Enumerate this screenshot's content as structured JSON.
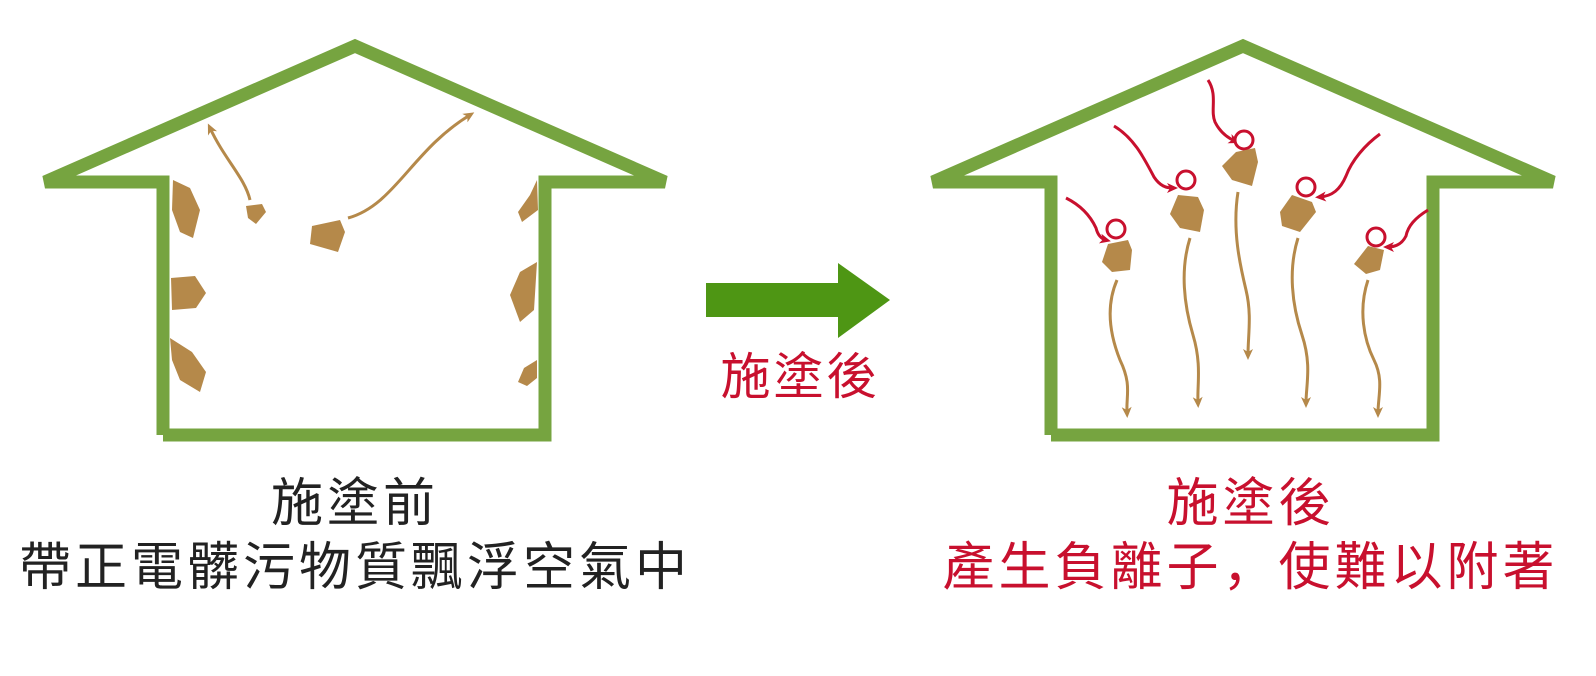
{
  "colors": {
    "house": "#76a440",
    "arrow": "#4e9614",
    "dirt": "#b5894a",
    "ion": "#c8102e",
    "before_text": "#222222",
    "after_text": "#c8102e"
  },
  "arrow_label": "施塗後",
  "before": {
    "title": "施塗前",
    "subtitle": "帶正電髒污物質飄浮空氣中"
  },
  "after": {
    "title": "施塗後",
    "subtitle": "產生負離子，使難以附著"
  }
}
